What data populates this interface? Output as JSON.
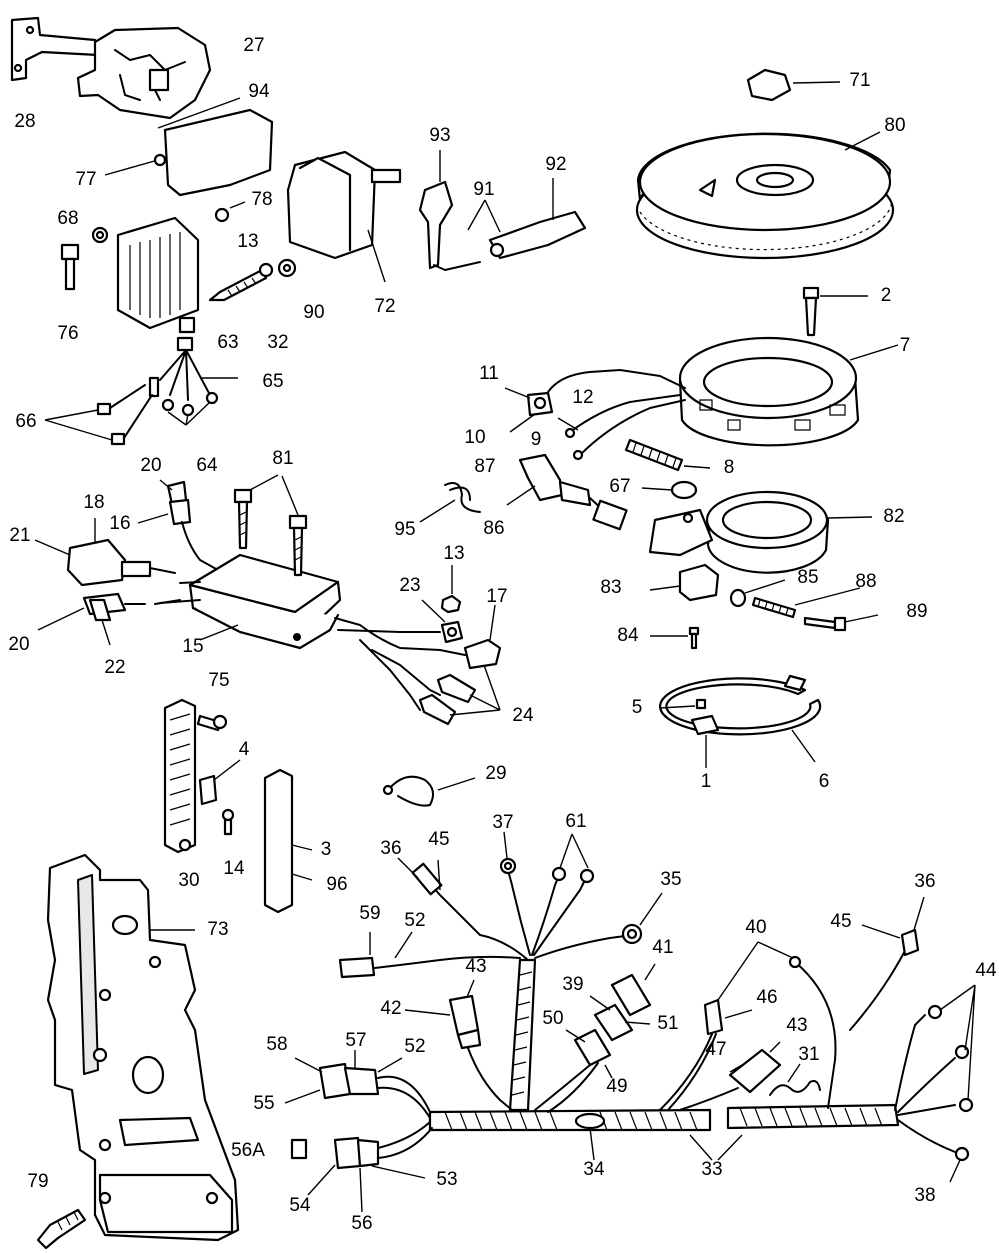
{
  "diagram": {
    "part_labels": [
      "1",
      "2",
      "3",
      "4",
      "5",
      "6",
      "7",
      "8",
      "9",
      "10",
      "11",
      "12",
      "13",
      "13",
      "14",
      "15",
      "16",
      "17",
      "18",
      "20",
      "20",
      "21",
      "22",
      "23",
      "24",
      "27",
      "28",
      "29",
      "30",
      "31",
      "32",
      "33",
      "34",
      "35",
      "36",
      "36",
      "37",
      "38",
      "39",
      "40",
      "41",
      "42",
      "43",
      "43",
      "44",
      "45",
      "45",
      "46",
      "47",
      "49",
      "50",
      "51",
      "52",
      "52",
      "53",
      "54",
      "55",
      "56",
      "56A",
      "57",
      "58",
      "59",
      "61",
      "63",
      "64",
      "65",
      "66",
      "67",
      "68",
      "71",
      "72",
      "73",
      "75",
      "76",
      "77",
      "78",
      "79",
      "80",
      "81",
      "82",
      "83",
      "84",
      "85",
      "86",
      "87",
      "88",
      "89",
      "90",
      "91",
      "92",
      "93",
      "94",
      "95",
      "96"
    ]
  }
}
